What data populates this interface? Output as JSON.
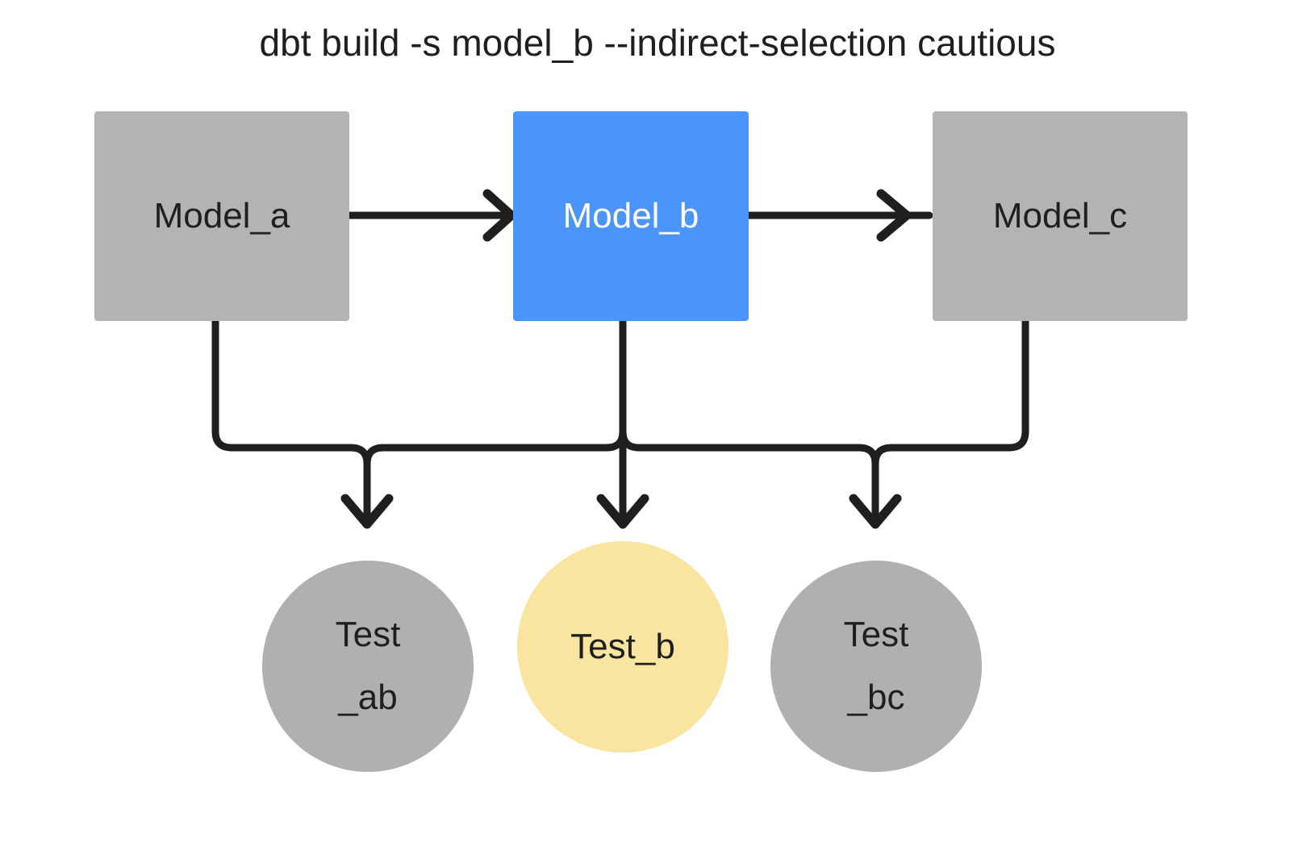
{
  "title": "dbt build -s model_b --indirect-selection cautious",
  "colors": {
    "background": "#ffffff",
    "node_gray": "#b3b3b3",
    "node_selected_blue": "#4a95f7",
    "test_gray": "#b0b0b0",
    "test_yellow": "#f9e4a0",
    "edge_black": "#1f1f1f",
    "text_dark": "#1f1f1f",
    "text_light": "#ffffff"
  },
  "nodes": {
    "models": [
      {
        "id": "model_a",
        "label": "Model_a",
        "shape": "rectangle",
        "state": "unselected",
        "fill": "#b3b3b3"
      },
      {
        "id": "model_b",
        "label": "Model_b",
        "shape": "rectangle",
        "state": "selected",
        "fill": "#4a95f7"
      },
      {
        "id": "model_c",
        "label": "Model_c",
        "shape": "rectangle",
        "state": "unselected",
        "fill": "#b3b3b3"
      }
    ],
    "tests": [
      {
        "id": "test_ab",
        "label_line1": "Test",
        "label_line2": "_ab",
        "shape": "circle",
        "state": "unselected",
        "fill": "#b0b0b0"
      },
      {
        "id": "test_b",
        "label_line1": "Test_b",
        "label_line2": "",
        "shape": "circle",
        "state": "selected",
        "fill": "#f9e4a0"
      },
      {
        "id": "test_bc",
        "label_line1": "Test",
        "label_line2": "_bc",
        "shape": "circle",
        "state": "unselected",
        "fill": "#b0b0b0"
      }
    ]
  },
  "edges": [
    {
      "from": "model_a",
      "to": "model_b",
      "style": "arrow-right"
    },
    {
      "from": "model_b",
      "to": "model_c",
      "style": "arrow-right"
    },
    {
      "from": "model_a",
      "to": "test_ab",
      "style": "arrow-down-elbow"
    },
    {
      "from": "model_b",
      "to": "test_ab",
      "style": "arrow-down-elbow"
    },
    {
      "from": "model_b",
      "to": "test_b",
      "style": "arrow-down"
    },
    {
      "from": "model_b",
      "to": "test_bc",
      "style": "arrow-down-elbow"
    },
    {
      "from": "model_c",
      "to": "test_bc",
      "style": "arrow-down-elbow"
    }
  ],
  "chart_data": {
    "type": "diagram",
    "title": "dbt build -s model_b --indirect-selection cautious",
    "diagram_kind": "dag",
    "nodes": [
      {
        "name": "Model_a",
        "kind": "model",
        "selected": false
      },
      {
        "name": "Model_b",
        "kind": "model",
        "selected": true
      },
      {
        "name": "Model_c",
        "kind": "model",
        "selected": false
      },
      {
        "name": "Test_ab",
        "kind": "test",
        "selected": false
      },
      {
        "name": "Test_b",
        "kind": "test",
        "selected": true
      },
      {
        "name": "Test_bc",
        "kind": "test",
        "selected": false
      }
    ],
    "links": [
      [
        "Model_a",
        "Model_b"
      ],
      [
        "Model_b",
        "Model_c"
      ],
      [
        "Model_a",
        "Test_ab"
      ],
      [
        "Model_b",
        "Test_ab"
      ],
      [
        "Model_b",
        "Test_b"
      ],
      [
        "Model_b",
        "Test_bc"
      ],
      [
        "Model_c",
        "Test_bc"
      ]
    ]
  }
}
